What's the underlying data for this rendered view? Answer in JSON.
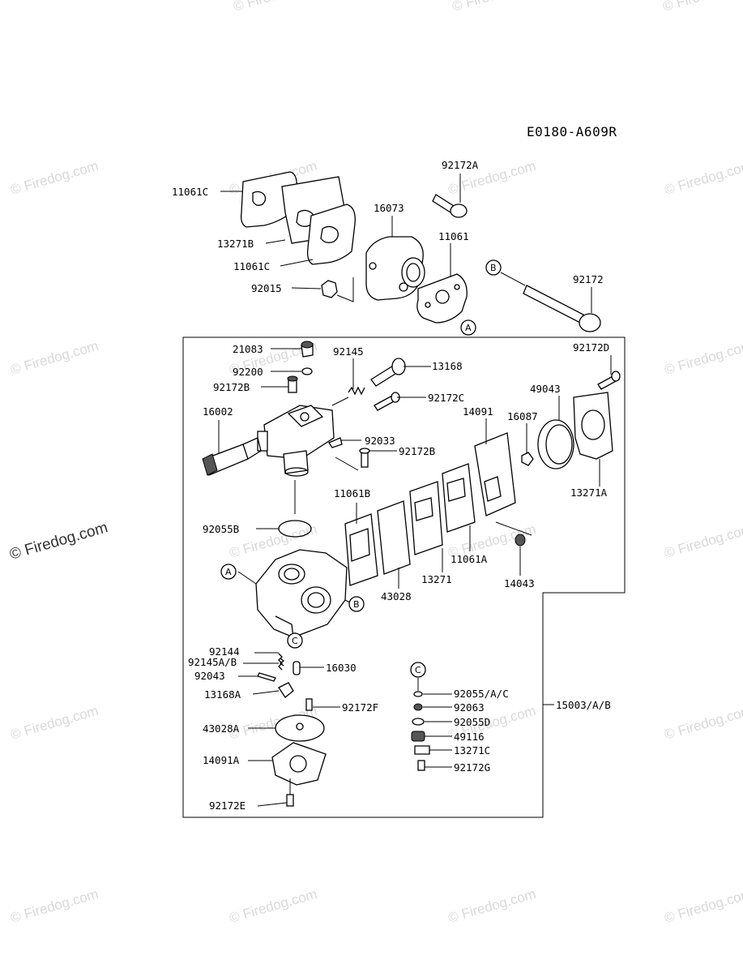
{
  "diagram": {
    "code": "E0180-A609R",
    "watermark": "© Firedog.com",
    "callouts": {
      "a": "A",
      "b": "B",
      "c": "C"
    },
    "labels": {
      "p11061C_1": "11061C",
      "p13271B": "13271B",
      "p11061C_2": "11061C",
      "p92015": "92015",
      "p16073": "16073",
      "p92172A": "92172A",
      "p11061": "11061",
      "p92172": "92172",
      "p21083": "21083",
      "p92200": "92200",
      "p92172B_1": "92172B",
      "p92145": "92145",
      "p13168": "13168",
      "p92172C": "92172C",
      "p92172D": "92172D",
      "p49043": "49043",
      "p16002": "16002",
      "p14091": "14091",
      "p16087": "16087",
      "p92033": "92033",
      "p92172B_2": "92172B",
      "p13271A": "13271A",
      "p11061B": "11061B",
      "p92055B": "92055B",
      "p11061A": "11061A",
      "p13271": "13271",
      "p43028": "43028",
      "p14043": "14043",
      "p92144": "92144",
      "p92145AB": "92145A/B",
      "p16030": "16030",
      "p92043": "92043",
      "p13168A": "13168A",
      "p92172F": "92172F",
      "p43028A": "43028A",
      "p14091A": "14091A",
      "p92172E": "92172E",
      "p92055AC": "92055/A/C",
      "p92063": "92063",
      "p92055D": "92055D",
      "p49116": "49116",
      "p13271C": "13271C",
      "p92172G": "92172G",
      "p15003AB": "15003/A/B"
    }
  }
}
